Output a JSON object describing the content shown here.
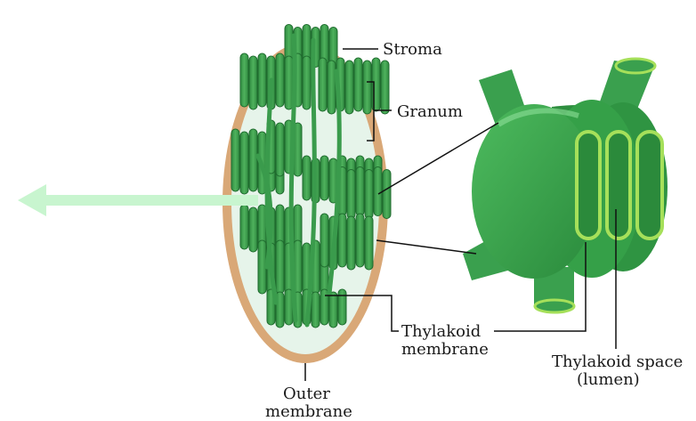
{
  "labels": {
    "stroma": "Stroma",
    "granum": "Granum",
    "thylakoid_membrane_line1": "Thylakoid",
    "thylakoid_membrane_line2": "membrane",
    "thylakoid_space_line1": "Thylakoid space",
    "thylakoid_space_line2": "(lumen)",
    "outer_membrane_line1": "Outer",
    "outer_membrane_line2": "membrane"
  },
  "colors": {
    "envelope": "#d9a877",
    "stroma_fill": "#e6f4ea",
    "thylakoid": "#3a9b4c",
    "thylakoid_dark": "#1f6b2e",
    "granum_3d": "#3aa04e",
    "lumen_rim": "#a6e05a",
    "arrow": "#c8f5cf",
    "leader": "#111111"
  },
  "icons": {
    "arrow": "left-arrow-icon"
  }
}
